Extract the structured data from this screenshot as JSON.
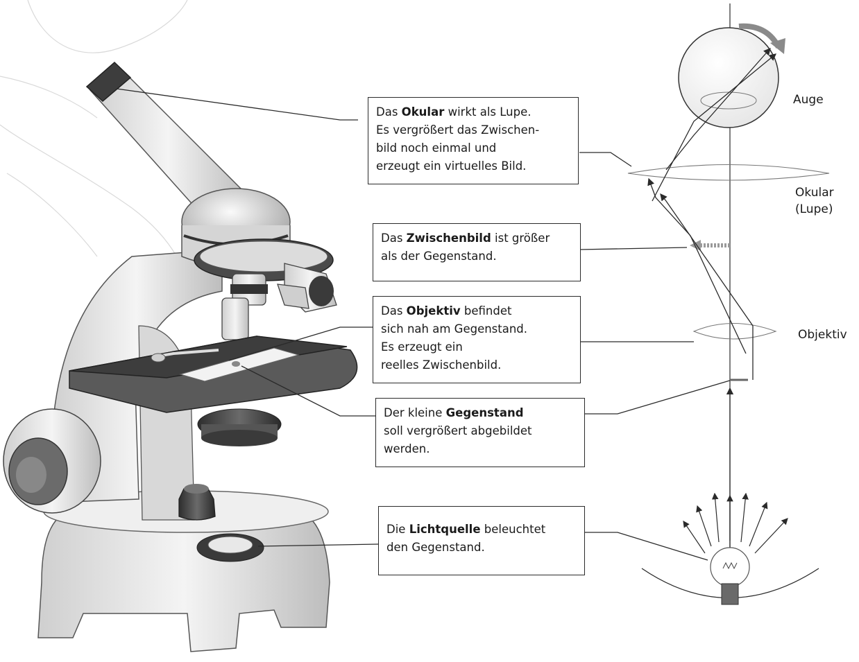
{
  "boxes": {
    "okular": {
      "l1_pre": "Das ",
      "l1_bold": "Okular",
      "l1_post": " wirkt als Lupe.",
      "l2": "Es vergrößert das Zwischen-",
      "l3": "bild noch einmal und",
      "l4": "erzeugt ein virtuelles Bild."
    },
    "zwischenbild": {
      "l1_pre": "Das ",
      "l1_bold": "Zwischenbild",
      "l1_post": " ist größer",
      "l2": "als der Gegenstand."
    },
    "objektiv": {
      "l1_pre": "Das ",
      "l1_bold": "Objektiv",
      "l1_post": " befindet",
      "l2": "sich nah am Gegenstand.",
      "l3": "Es erzeugt ein",
      "l4": "reelles Zwischenbild."
    },
    "gegenstand": {
      "l1_pre": "Der kleine ",
      "l1_bold": "Gegenstand",
      "l1_post": "",
      "l2": "soll vergrößert abgebildet",
      "l3": "werden."
    },
    "lichtquelle": {
      "l1_pre": "Die ",
      "l1_bold": "Lichtquelle",
      "l1_post": " beleuchtet",
      "l2": "den Gegenstand."
    }
  },
  "side_labels": {
    "auge": "Auge",
    "okular_line1": "Okular",
    "okular_line2": "(Lupe)",
    "objektiv": "Objektiv"
  },
  "colors": {
    "ink": "#2a2a2a",
    "microscope_dark": "#3b3b3b",
    "microscope_mid": "#9a9a9a",
    "microscope_light": "#e4e4e4",
    "arrow_gray": "#8a8a8a"
  }
}
